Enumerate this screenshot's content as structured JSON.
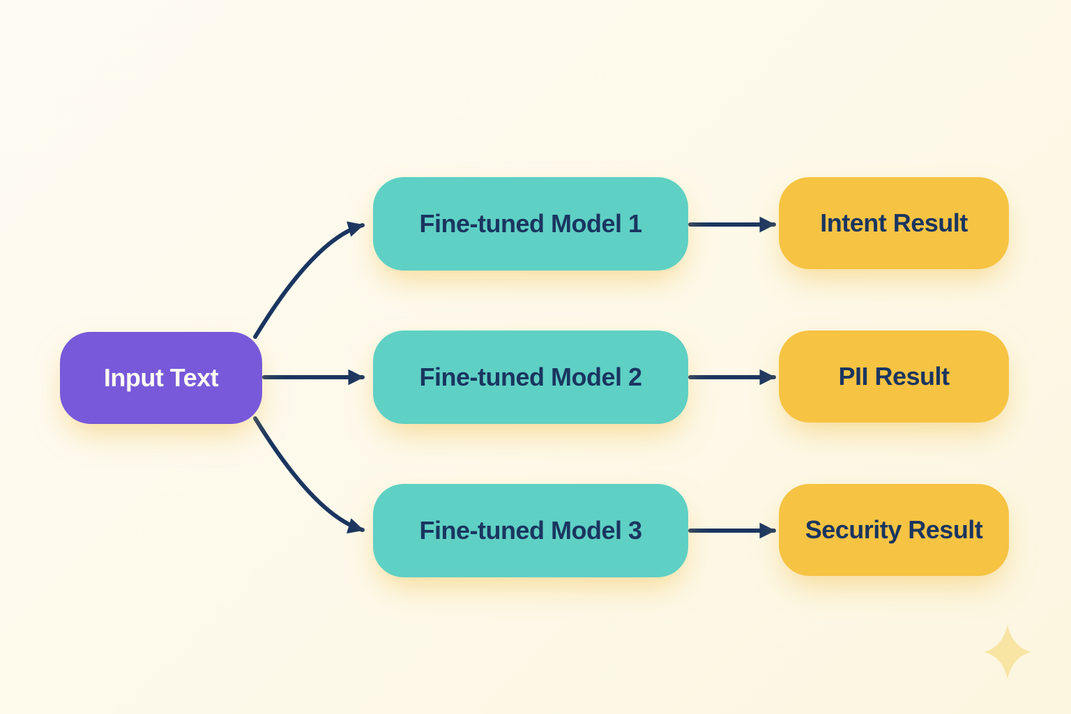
{
  "diagram": {
    "nodes": {
      "input": {
        "label": "Input Text",
        "bg": "#7859da",
        "text_color": "#fdfcf4"
      },
      "model1": {
        "label": "Fine-tuned Model 1",
        "bg": "#5fd0c4",
        "text_color": "#1a3560"
      },
      "model2": {
        "label": "Fine-tuned Model 2",
        "bg": "#5fd0c4",
        "text_color": "#1a3560"
      },
      "model3": {
        "label": "Fine-tuned Model 3",
        "bg": "#5fd0c4",
        "text_color": "#1a3560"
      },
      "result1": {
        "label": "Intent Result",
        "bg": "#f6c343",
        "text_color": "#1a3560"
      },
      "result2": {
        "label": "PII Result",
        "bg": "#f6c343",
        "text_color": "#1a3560"
      },
      "result3": {
        "label": "Security Result",
        "bg": "#f6c343",
        "text_color": "#1a3560"
      }
    },
    "edges": [
      {
        "from": "input",
        "to": "model1"
      },
      {
        "from": "input",
        "to": "model2"
      },
      {
        "from": "input",
        "to": "model3"
      },
      {
        "from": "model1",
        "to": "result1"
      },
      {
        "from": "model2",
        "to": "result2"
      },
      {
        "from": "model3",
        "to": "result3"
      }
    ]
  },
  "colors": {
    "arrow": "#1a3560",
    "background": "#fdf9ea",
    "glow": "#f2c254",
    "sparkle": "#f8e5a4"
  },
  "decor": {
    "sparkle_icon": "four-pointed-star"
  }
}
